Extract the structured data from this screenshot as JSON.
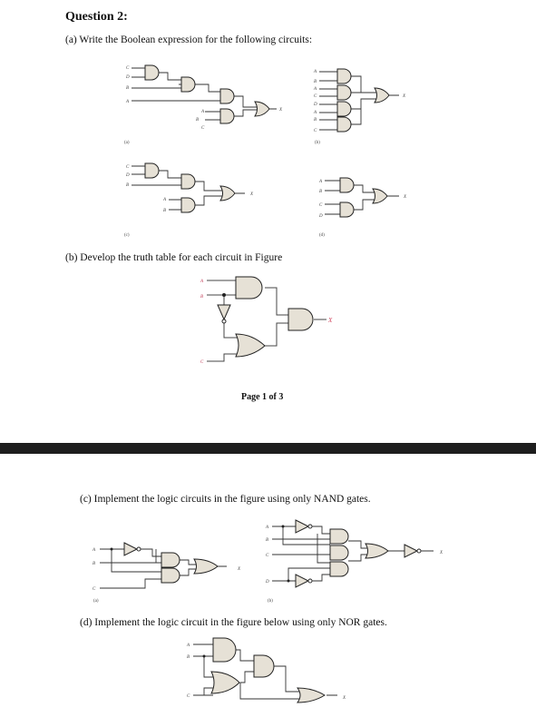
{
  "question": {
    "title": "Question 2:",
    "part_a": "(a) Write the Boolean expression for the following circuits:",
    "part_b": "(b) Develop the truth table for each circuit in Figure",
    "page_label": "Page 1 of 3",
    "part_c": "(c) Implement the logic circuits in the figure using only NAND gates.",
    "part_d": "(d) Implement the logic circuit in the figure below using only NOR gates."
  },
  "fig_a": {
    "a": {
      "caption": "(a)",
      "inputs": [
        "C",
        "D",
        "B",
        "A",
        "A",
        "B",
        "C"
      ],
      "output": "X"
    },
    "b": {
      "caption": "(b)",
      "inputs": [
        "A",
        "B",
        "A",
        "C",
        "D",
        "A",
        "B",
        "C"
      ],
      "output": "X"
    },
    "c": {
      "caption": "(c)",
      "inputs": [
        "C",
        "D",
        "B",
        "A",
        "B"
      ],
      "output": "X"
    },
    "d": {
      "caption": "(d)",
      "inputs": [
        "A",
        "B",
        "C",
        "D"
      ],
      "output": "X"
    }
  },
  "fig_b": {
    "inputs": [
      "A",
      "B",
      "C"
    ],
    "output": "X"
  },
  "fig_c": {
    "a": {
      "caption": "(a)",
      "inputs": [
        "A",
        "B",
        "C"
      ],
      "output": "X"
    },
    "b": {
      "caption": "(b)",
      "inputs": [
        "A",
        "B",
        "C",
        "D"
      ],
      "output": "X"
    }
  },
  "fig_d": {
    "inputs": [
      "A",
      "B",
      "C"
    ],
    "output": "X"
  }
}
